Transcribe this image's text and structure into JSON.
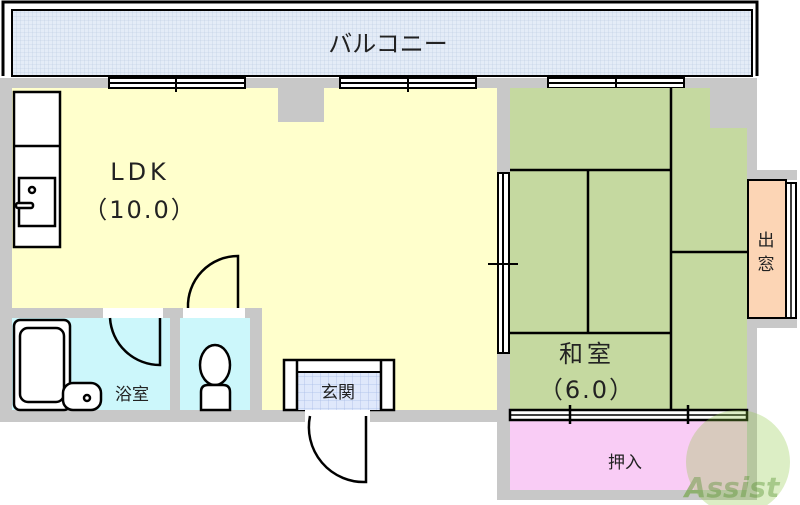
{
  "rooms": {
    "balcony": "バルコニー",
    "ldk": "LDK",
    "ldk_size": "（10.0）",
    "washitsu": "和室",
    "washitsu_size": "（6.0）",
    "bath": "浴室",
    "genkan": "玄関",
    "demado_1": "出",
    "demado_2": "窓",
    "oshiire": "押入"
  },
  "watermark": "Assist",
  "colors": {
    "wall": "#c8c8c8",
    "ldk": "#ffffcc",
    "tatami": "#c5d9a0",
    "wet": "#ccf7fb",
    "balcony": "#dfe9f5",
    "demado": "#fcd5b5",
    "oshiire": "#f9ccf5",
    "logo": "#8cc63f"
  }
}
